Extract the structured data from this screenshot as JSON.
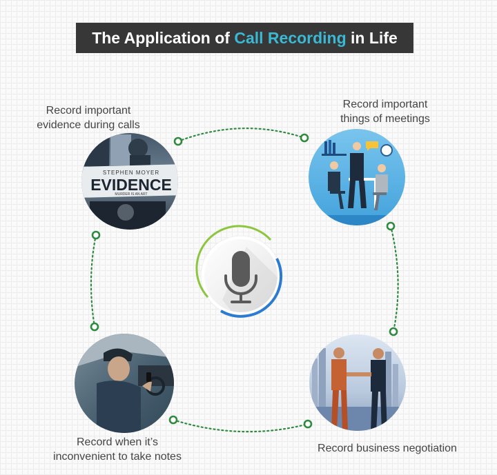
{
  "title": {
    "prefix": "The Application of ",
    "highlight": "Call Recording",
    "suffix": " in Life"
  },
  "nodes": [
    {
      "id": "evidence",
      "label_lines": [
        "Record important",
        "evidence during calls"
      ],
      "image": "evidence-movie-poster",
      "poster": {
        "actor": "STEPHEN  MOYER",
        "film": "EVIDENCE",
        "tagline": "MURDER IS AN ART"
      }
    },
    {
      "id": "meetings",
      "label_lines": [
        "Record important",
        "things of meetings"
      ],
      "image": "meeting-illustration"
    },
    {
      "id": "driving",
      "label_lines": [
        "Record when it’s",
        "inconvenient to take notes"
      ],
      "image": "driver-on-phone-photo"
    },
    {
      "id": "negotiation",
      "label_lines": [
        "Record business negotiation"
      ],
      "image": "business-handshake-photo"
    }
  ],
  "center": {
    "icon": "microphone-icon"
  },
  "colors": {
    "title_bg": "#373737",
    "title_text": "#ffffff",
    "highlight": "#3ab8d4",
    "connector": "#2e8a3e",
    "label_text": "#444444",
    "ring_green": "#8cc63f",
    "ring_blue": "#2b7bd0"
  }
}
